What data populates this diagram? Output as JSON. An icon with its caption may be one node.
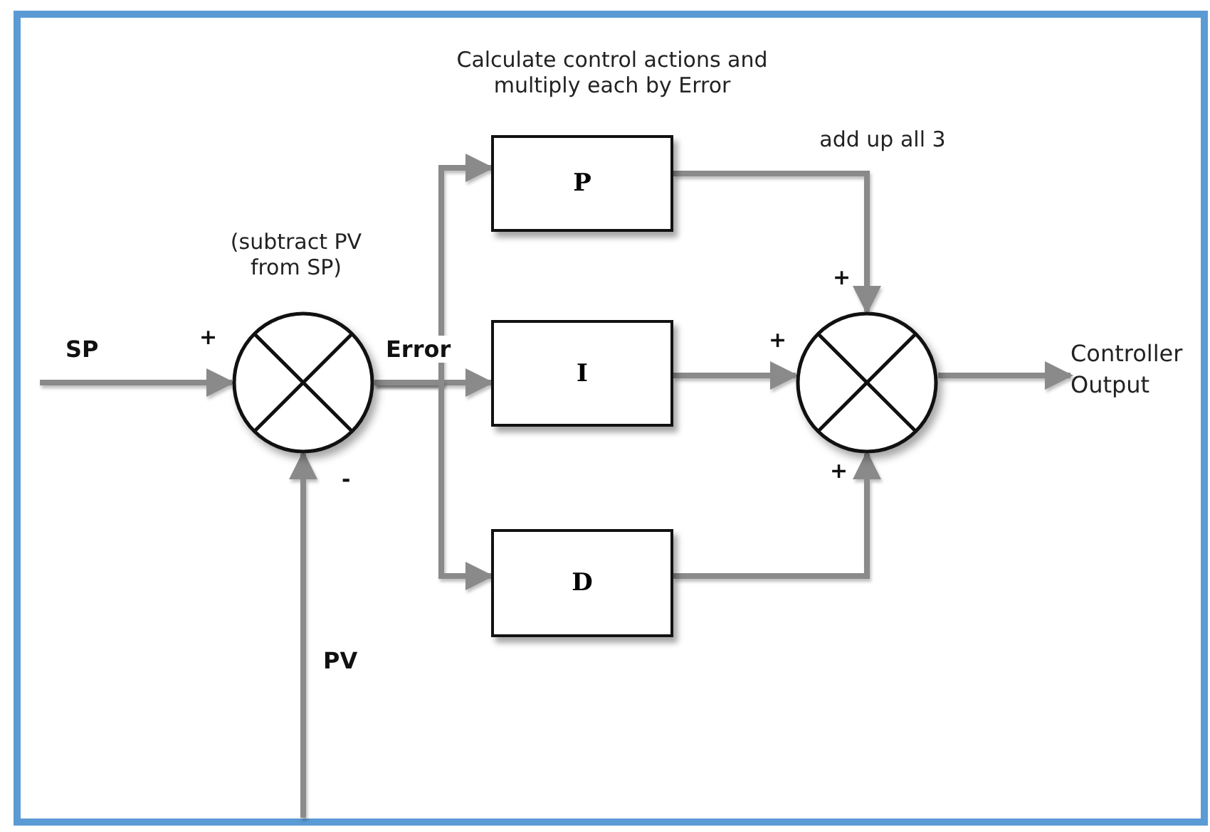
{
  "diagram": {
    "nodes": [
      {
        "text": [],
        "shape": "circle",
        "beside": [
          "(subtract PV from SP)"
        ]
      },
      {
        "text": [
          "P"
        ]
      },
      {
        "text": [
          "I"
        ]
      },
      {
        "text": [
          "D"
        ]
      },
      {
        "text": [],
        "shape": "circle"
      },
      {
        "text": [
          "Controller Output"
        ]
      }
    ],
    "edges": [
      {
        "from": null,
        "to": 0,
        "arrow": "to",
        "label": "SP"
      },
      {
        "from": null,
        "to": 0,
        "arrow": "to",
        "label": "PV"
      },
      {
        "from": 0,
        "to": 1,
        "arrow": "to"
      },
      {
        "from": 0,
        "to": 2,
        "arrow": "to",
        "label": "Error"
      },
      {
        "from": 0,
        "to": 3,
        "arrow": "to"
      },
      {
        "from": 1,
        "to": 4,
        "arrow": "to"
      },
      {
        "from": 2,
        "to": 4,
        "arrow": "to"
      },
      {
        "from": 3,
        "to": 4,
        "arrow": "to"
      },
      {
        "from": 4,
        "to": 5,
        "arrow": "to"
      }
    ],
    "labels": [
      "Calculate control actions and multiply each by Error",
      "add up all 3",
      "+",
      "+",
      "+",
      "-",
      "+"
    ]
  }
}
